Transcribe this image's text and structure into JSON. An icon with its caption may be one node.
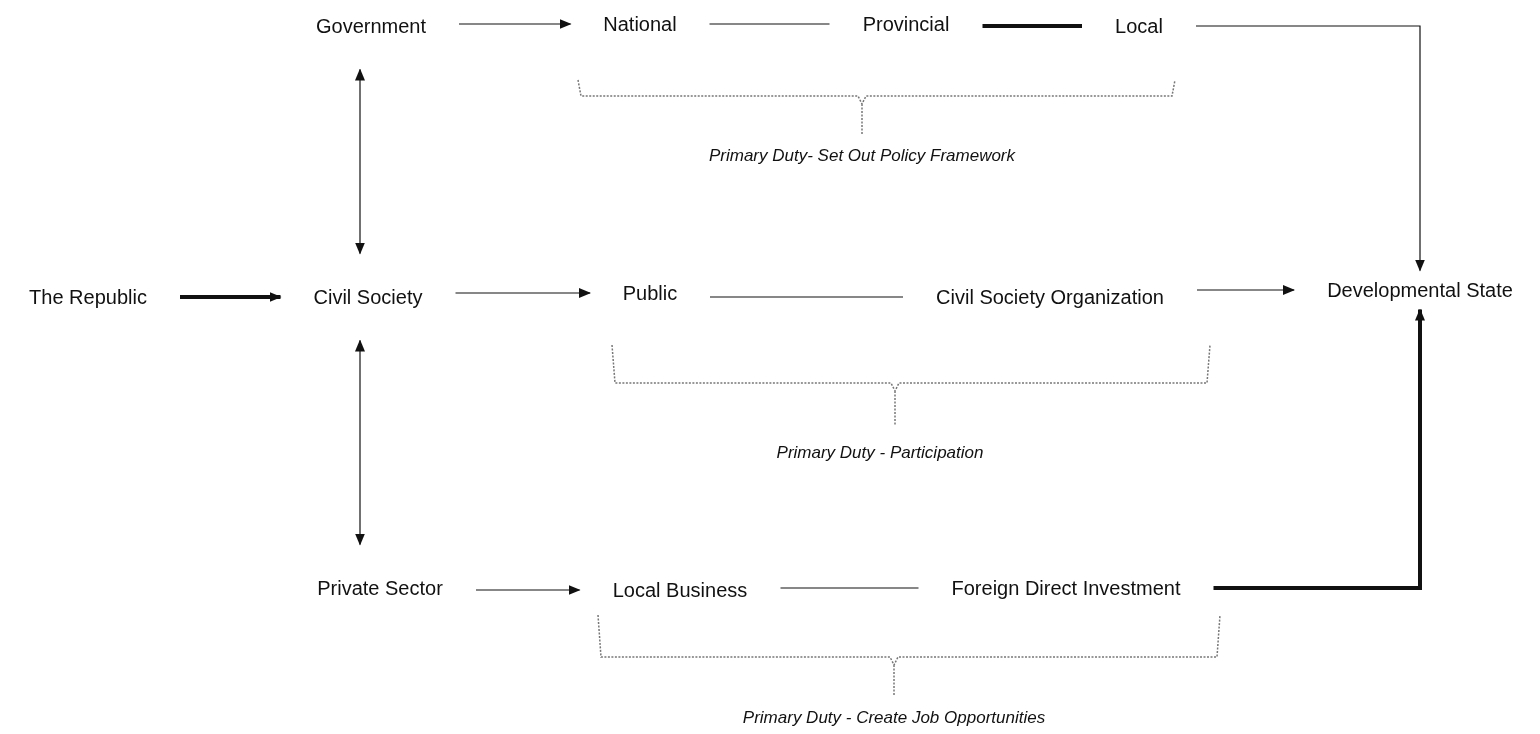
{
  "diagram": {
    "nodes": [
      {
        "text": [
          "Government"
        ]
      },
      {
        "text": [
          "National"
        ]
      },
      {
        "text": [
          "Provincial"
        ]
      },
      {
        "text": [
          "Local"
        ]
      },
      {
        "text": [
          "The Republic"
        ]
      },
      {
        "text": [
          "Civil Society"
        ]
      },
      {
        "text": [
          "Public"
        ]
      },
      {
        "text": [
          "Civil Society Organization"
        ]
      },
      {
        "text": [
          "Developmental State"
        ]
      },
      {
        "text": [
          "Private Sector"
        ]
      },
      {
        "text": [
          "Local Business"
        ]
      },
      {
        "text": [
          "Foreign Direct Investment"
        ]
      }
    ],
    "edges": [
      {
        "from": 0,
        "to": 1,
        "arrow": "to"
      },
      {
        "from": 1,
        "to": 2,
        "arrow": "none"
      },
      {
        "from": 2,
        "to": 3,
        "arrow": "none",
        "style": "thick"
      },
      {
        "from": 3,
        "to": 8,
        "arrow": "to"
      },
      {
        "from": 0,
        "to": 5,
        "arrow": "both"
      },
      {
        "from": 4,
        "to": 5,
        "arrow": "to",
        "style": "thick"
      },
      {
        "from": 5,
        "to": 6,
        "arrow": "to"
      },
      {
        "from": 6,
        "to": 7,
        "arrow": "none"
      },
      {
        "from": 7,
        "to": 8,
        "arrow": "to"
      },
      {
        "from": 5,
        "to": 9,
        "arrow": "both"
      },
      {
        "from": 9,
        "to": 10,
        "arrow": "to"
      },
      {
        "from": 10,
        "to": 11,
        "arrow": "none"
      },
      {
        "from": 11,
        "to": 8,
        "arrow": "to",
        "style": "thick"
      }
    ],
    "labels": [
      "Primary Duty- Set Out Policy Framework",
      "Primary Duty - Participation",
      "Primary Duty - Create Job Opportunities"
    ]
  }
}
